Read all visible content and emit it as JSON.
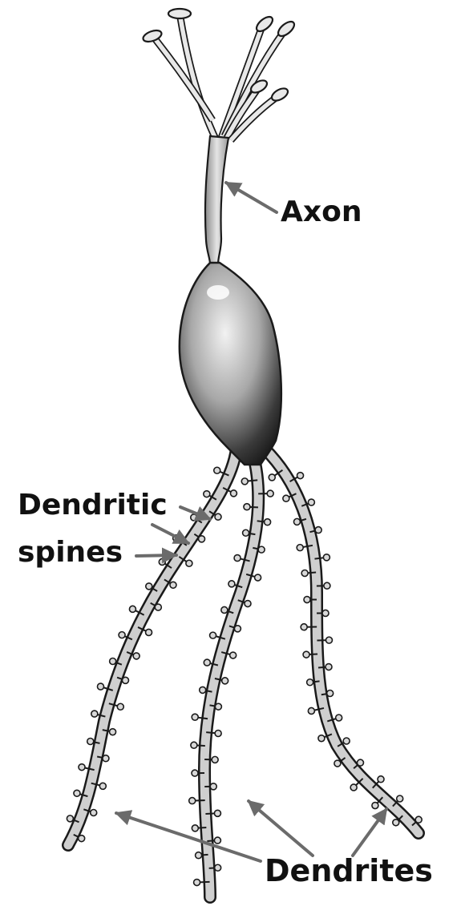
{
  "labels": {
    "axon": "Axon",
    "dendritic_line1": "Dendritic",
    "dendritic_line2": "spines",
    "dendrites": "Dendrites"
  },
  "colors": {
    "outline": "#1a1a1a",
    "arrow": "#6b6b6b",
    "dendrite_fill": "#cfcfcf",
    "spine_fill": "#d8d8d8",
    "soma_dark": "#2a2a2a",
    "soma_light": "#e6e6e6"
  }
}
